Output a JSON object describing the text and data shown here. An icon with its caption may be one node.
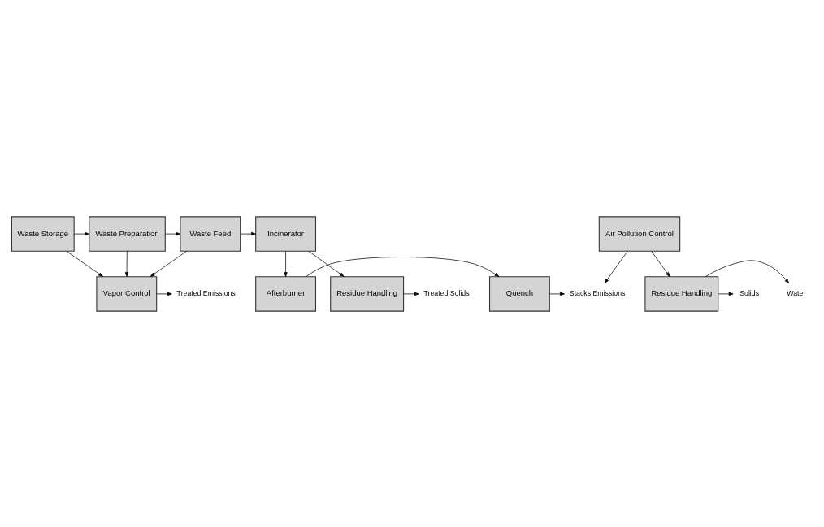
{
  "diagram": {
    "nodes": [
      {
        "text": [
          "Vapor Control"
        ]
      },
      {
        "text": [
          "Afterburner"
        ]
      },
      {
        "text": [
          "Quench"
        ]
      },
      {
        "text": [
          "Waste Storage"
        ]
      },
      {
        "text": [
          "Waste Preparation"
        ]
      },
      {
        "text": [
          "Waste Feed"
        ]
      },
      {
        "text": [
          "Incinerator"
        ]
      },
      {
        "text": [
          "Air Pollution Control"
        ]
      },
      {
        "text": [
          "Residue Handling"
        ]
      },
      {
        "text": [
          "Residue Handling"
        ]
      },
      {
        "text": [
          "Treated Emissions"
        ]
      },
      {
        "text": [
          "Stacks Emissions"
        ]
      },
      {
        "text": [
          "Water"
        ]
      },
      {
        "text": [
          "Solids"
        ]
      },
      {
        "text": [
          "Treated Solids"
        ]
      }
    ],
    "edges": [
      {
        "from": 0,
        "to": 10,
        "arrow": "to"
      },
      {
        "from": 3,
        "to": 0,
        "arrow": "to"
      },
      {
        "from": 4,
        "to": 0,
        "arrow": "to"
      },
      {
        "from": 5,
        "to": 0,
        "arrow": "to"
      },
      {
        "from": 3,
        "to": 4,
        "arrow": "to"
      },
      {
        "from": 4,
        "to": 5,
        "arrow": "to"
      },
      {
        "from": 5,
        "to": 6,
        "arrow": "to"
      },
      {
        "from": 6,
        "to": 1,
        "arrow": "to"
      },
      {
        "from": 1,
        "to": 2,
        "arrow": "to"
      },
      {
        "from": 2,
        "to": 11,
        "arrow": "to"
      },
      {
        "from": 7,
        "to": 11,
        "arrow": "to"
      },
      {
        "from": 6,
        "to": 8,
        "arrow": "to"
      },
      {
        "from": 7,
        "to": 9,
        "arrow": "to"
      },
      {
        "from": 9,
        "to": 12,
        "arrow": "to"
      },
      {
        "from": 9,
        "to": 13,
        "arrow": "to"
      },
      {
        "from": 8,
        "to": 14,
        "arrow": "to"
      }
    ]
  }
}
